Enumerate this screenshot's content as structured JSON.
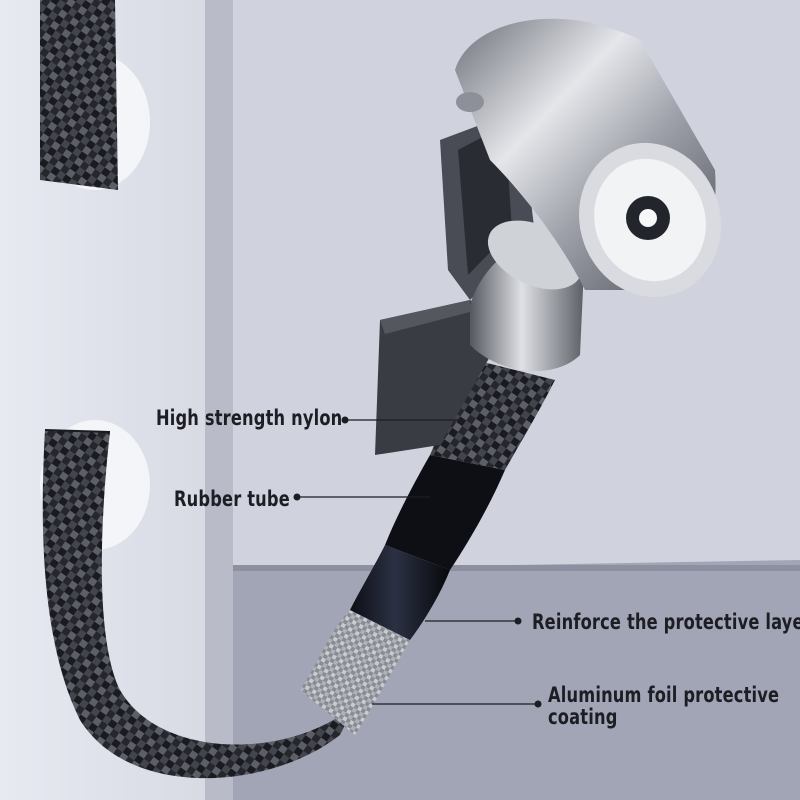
{
  "callouts": {
    "high_strength_nylon": "High strength nylon",
    "rubber_tube": "Rubber tube",
    "reinforce_layer": "Reinforce the protective layer",
    "aluminum_foil_line1": "Aluminum foil protective",
    "aluminum_foil_line2": "coating"
  },
  "colors": {
    "background": "#c9cbd8",
    "wall_light": "#eceef4",
    "floor": "#9a9dad",
    "label_text": "#1d1d24",
    "hose_braid": "#2c2d33",
    "chrome": "#b9bcc4"
  }
}
